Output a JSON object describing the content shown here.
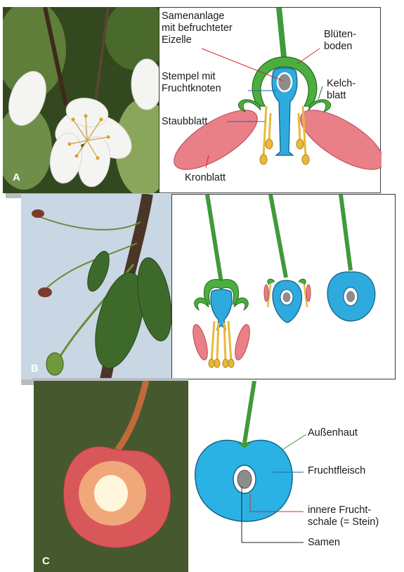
{
  "panels": {
    "a": {
      "letter": "A",
      "labels": {
        "samenanlage_line1": "Samenanlage",
        "samenanlage_line2": "mit befruchteter",
        "samenanlage_line3": "Eizelle",
        "bluetenboden_line1": "Blüten-",
        "bluetenboden_line2": "boden",
        "stempel_line1": "Stempel mit",
        "stempel_line2": "Fruchtknoten",
        "kelchblatt_line1": "Kelch-",
        "kelchblatt_line2": "blatt",
        "staubblatt": "Staubblatt",
        "kronblatt": "Kronblatt"
      }
    },
    "b": {
      "letter": "B"
    },
    "c": {
      "letter": "C",
      "labels": {
        "aussenhaut": "Außenhaut",
        "fruchtfleisch": "Fruchtfleisch",
        "innere_line1": "innere Frucht-",
        "innere_line2": "schale (= Stein)",
        "samen": "Samen"
      }
    }
  },
  "colors": {
    "stem": "#3f9a3a",
    "receptacle": "#4cae3e",
    "pistil": "#2eaadf",
    "ovule": "#8c8c8c",
    "petal": "#e97f87",
    "stamen": "#e8b93a",
    "fruit": "#2ab2e4",
    "leader_red": "#d9253a",
    "leader_blue": "#1e64b4",
    "leader_black": "#222222"
  }
}
